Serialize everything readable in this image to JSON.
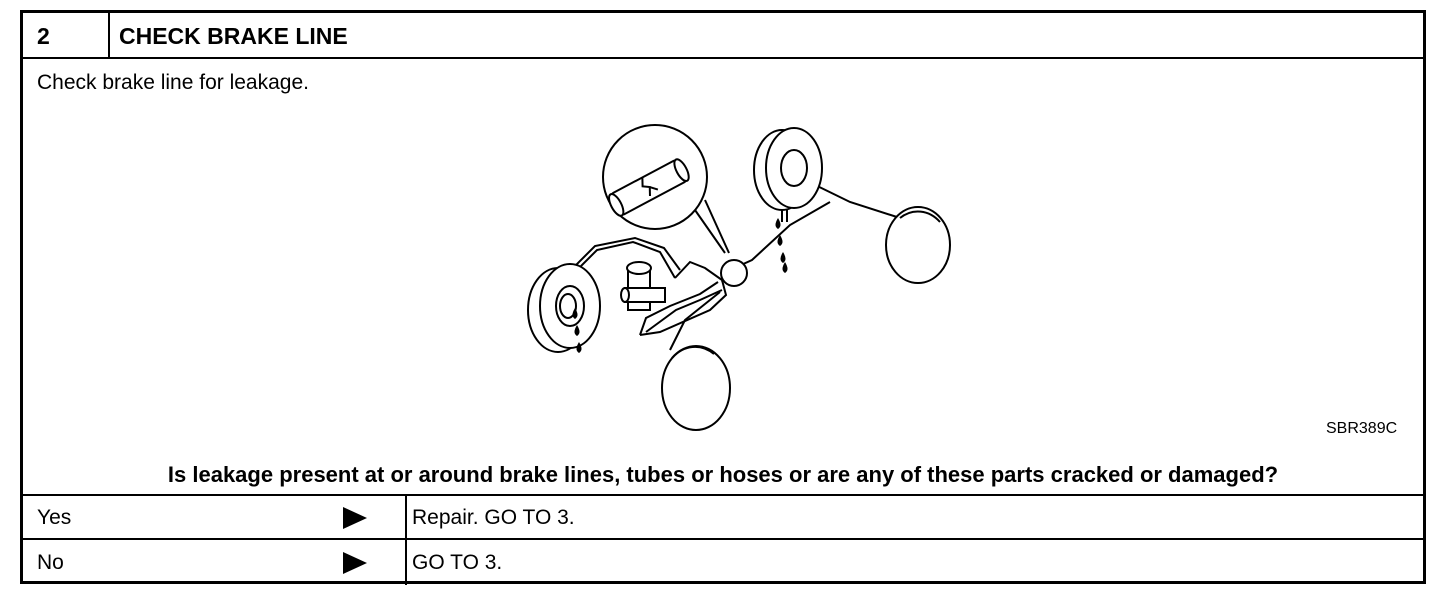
{
  "header": {
    "step_number": "2",
    "title": "CHECK BRAKE LINE"
  },
  "instruction": "Check brake line for leakage.",
  "figure": {
    "code": "SBR389C",
    "icon": "brake-line-leak-diagram"
  },
  "question": "Is leakage present at or around brake lines, tubes or hoses or are any of these parts cracked or damaged?",
  "answers": [
    {
      "answer": "Yes",
      "arrow_icon": "right-triangle",
      "action": "Repair. GO TO 3."
    },
    {
      "answer": "No",
      "arrow_icon": "right-triangle",
      "action": "GO TO 3."
    }
  ]
}
